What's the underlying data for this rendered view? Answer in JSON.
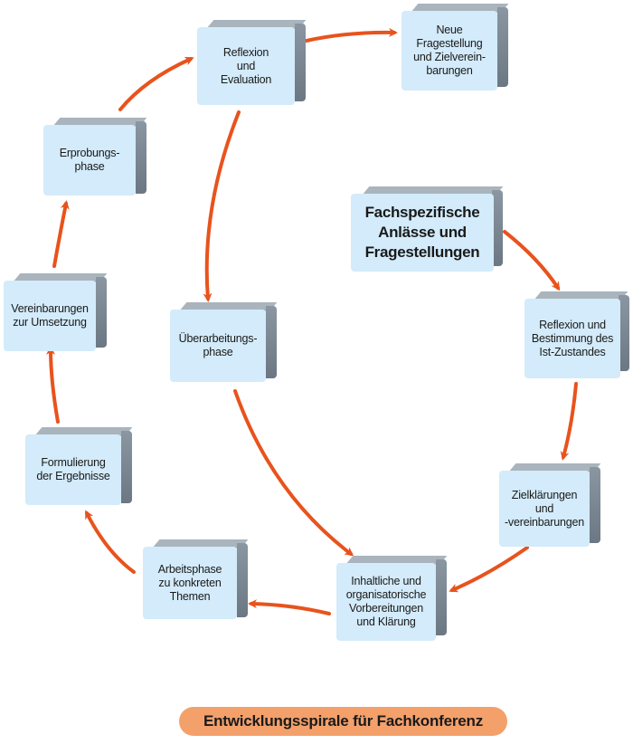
{
  "diagram": {
    "title": "Entwicklungsspirale für Fachkonferenz",
    "arrow_color": "#e8531d",
    "box_color": "#d3ebfa",
    "nodes": {
      "start": "Fachspezifische\nAnlässe und\nFragestellungen",
      "reflexion_ist": "Reflexion und\nBestimmung des\nIst-Zustandes",
      "zielklaerungen": "Zielklärungen\nund\n-vereinbarungen",
      "inhaltliche": "Inhaltliche und\norganisatorische\nVorbereitungen\nund Klärung",
      "arbeitsphase": "Arbeitsphase\nzu konkreten\nThemen",
      "formulierung": "Formulierung\nder Ergebnisse",
      "vereinbarungen": "Vereinbarungen\nzur Umsetzung",
      "erprobung": "Erprobungs-\nphase",
      "reflexion_eval": "Reflexion\nund\nEvaluation",
      "neue_frage": "Neue\nFragestellung\nund Zielverein-\nbarungen",
      "ueberarbeitung": "Überarbeitungs-\nphase"
    }
  }
}
